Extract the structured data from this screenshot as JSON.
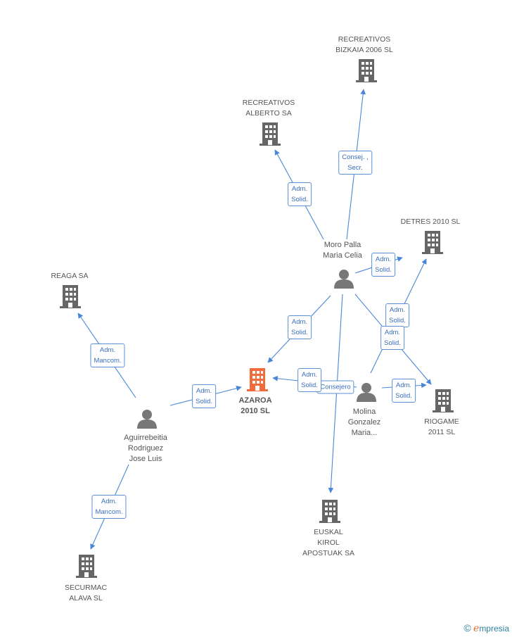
{
  "center": {
    "name_line1": "AZAROA",
    "name_line2": "2010 SL",
    "color": "#f26b3a"
  },
  "colors": {
    "company": "#666666",
    "person": "#777777",
    "edge": "#4a86d8"
  },
  "companies": {
    "recreativos_bizkaia": {
      "line1": "RECREATIVOS",
      "line2": "BIZKAIA 2006 SL"
    },
    "recreativos_alberto": {
      "line1": "RECREATIVOS",
      "line2": "ALBERTO SA"
    },
    "detres": {
      "line1": "DETRES 2010 SL"
    },
    "reaga": {
      "line1": "REAGA SA"
    },
    "riogame": {
      "line1": "RIOGAME",
      "line2": "2011 SL"
    },
    "euskal": {
      "line1": "EUSKAL",
      "line2": "KIROL",
      "line3": "APOSTUAK SA"
    },
    "securmac": {
      "line1": "SECURMAC",
      "line2": "ALAVA SL"
    }
  },
  "persons": {
    "moro": {
      "line1": "Moro Palla",
      "line2": "Maria Celia"
    },
    "molina": {
      "line1": "Molina",
      "line2": "Gonzalez",
      "line3": "Maria..."
    },
    "aguirrebeitia": {
      "line1": "Aguirrebeitia",
      "line2": "Rodriguez",
      "line3": "Jose Luis"
    }
  },
  "tags": {
    "consej_secr": {
      "line1": "Consej. ,",
      "line2": "Secr."
    },
    "adm_solid_alberto": {
      "line1": "Adm.",
      "line2": "Solid."
    },
    "adm_solid_moro_detres": {
      "line1": "Adm.",
      "line2": "Solid."
    },
    "adm_solid_moro_azaroa": {
      "line1": "Adm.",
      "line2": "Solid."
    },
    "adm_solid_detres_b": {
      "line1": "Adm.",
      "line2": "Solid."
    },
    "adm_solid_riogame_a": {
      "line1": "Adm.",
      "line2": "Solid."
    },
    "adm_solid_molina_azaroa": {
      "line1": "Adm.",
      "line2": "Solid."
    },
    "consejero": {
      "line1": "Consejero"
    },
    "adm_solid_molina_riogame": {
      "line1": "Adm.",
      "line2": "Solid."
    },
    "adm_solid_agui_azaroa": {
      "line1": "Adm.",
      "line2": "Solid."
    },
    "adm_mancom_reaga": {
      "line1": "Adm.",
      "line2": "Mancom."
    },
    "adm_mancom_securmac": {
      "line1": "Adm.",
      "line2": "Mancom."
    }
  },
  "footer": {
    "copyright": "©",
    "brand_e": "e",
    "brand_rest": "mpresia"
  }
}
